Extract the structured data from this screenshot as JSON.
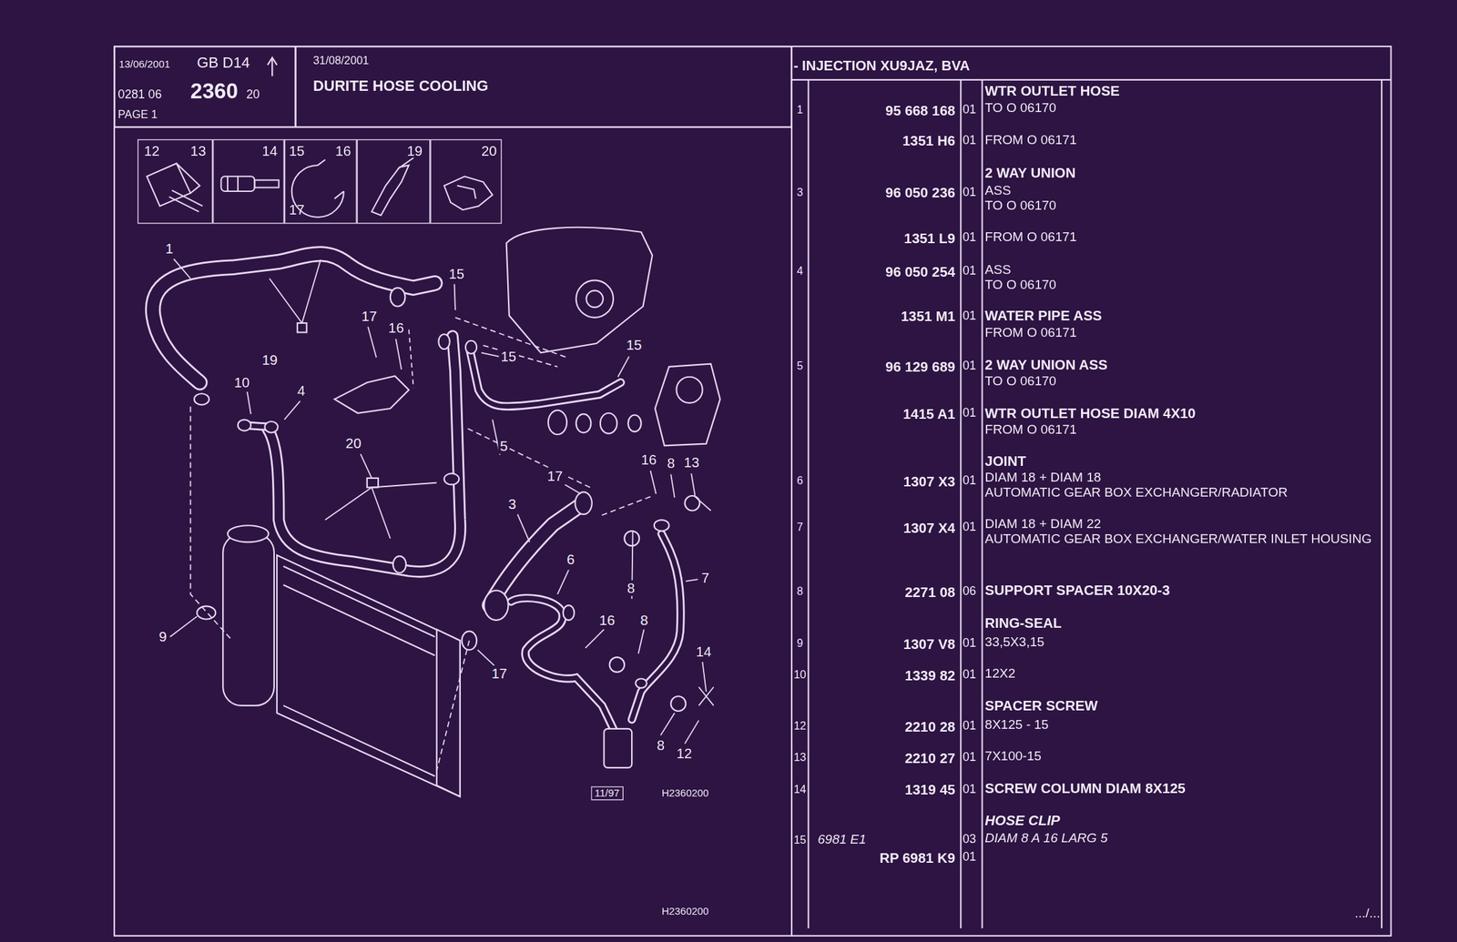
{
  "diagram": {
    "nodes": [
      {
        "text": [
          "13/06/2001",
          "GB D14",
          "0281 06",
          "2360",
          "20",
          "PAGE 1"
        ]
      },
      {
        "text": [
          "31/08/2001",
          "DURITE HOSE COOLING"
        ]
      },
      {
        "text": [
          "- INJECTION XU9JAZ, BVA"
        ]
      },
      {
        "text": [
          "12",
          "13"
        ]
      },
      {
        "text": [
          "14"
        ]
      },
      {
        "text": [
          "15",
          "16",
          "17"
        ]
      },
      {
        "text": [
          "19"
        ]
      },
      {
        "text": [
          "20"
        ]
      }
    ],
    "labels": [
      "1",
      "19",
      "10",
      "4",
      "17",
      "16",
      "15",
      "15",
      "15",
      "5",
      "20",
      "3",
      "17",
      "16",
      "8",
      "13",
      "6",
      "8",
      "7",
      "9",
      "16",
      "8",
      "17",
      "14",
      "8",
      "12",
      "11/97",
      "H2360200",
      "H2360200",
      "WTR OUTLET HOSE",
      "1",
      "95 668 168",
      "01",
      "TO O 06170",
      "1351 H6",
      "01",
      "FROM O 06171",
      "2 WAY UNION",
      "3",
      "96 050 236",
      "01",
      "ASS",
      "TO O 06170",
      "1351 L9",
      "01",
      "FROM O 06171",
      "4",
      "96 050 254",
      "01",
      "ASS",
      "TO O 06170",
      "1351 M1",
      "01",
      "WATER PIPE ASS",
      "FROM O 06171",
      "5",
      "96 129 689",
      "01",
      "2 WAY UNION ASS",
      "TO O 06170",
      "1415 A1",
      "01",
      "WTR OUTLET HOSE DIAM 4X10",
      "FROM O 06171",
      "JOINT",
      "6",
      "1307 X3",
      "01",
      "DIAM 18 + DIAM 18",
      "AUTOMATIC GEAR BOX EXCHANGER/RADIATOR",
      "7",
      "1307 X4",
      "01",
      "DIAM 18 + DIAM 22",
      "AUTOMATIC GEAR BOX EXCHANGER/WATER INLET HOUSING",
      "8",
      "2271 08",
      "06",
      "SUPPORT SPACER 10X20-3",
      "RING-SEAL",
      "9",
      "1307 V8",
      "01",
      "33,5X3,15",
      "10",
      "1339 82",
      "01",
      "12X2",
      "SPACER SCREW",
      "12",
      "2210 28",
      "01",
      "8X125 - 15",
      "13",
      "2210 27",
      "01",
      "7X100-15",
      "14",
      "1319 45",
      "01",
      "SCREW COLUMN DIAM 8X125",
      "HOSE CLIP",
      "15",
      "6981 E1",
      "03",
      "DIAM 8 A 16 LARG 5",
      "RP 6981 K9",
      "01",
      ".../..."
    ]
  }
}
